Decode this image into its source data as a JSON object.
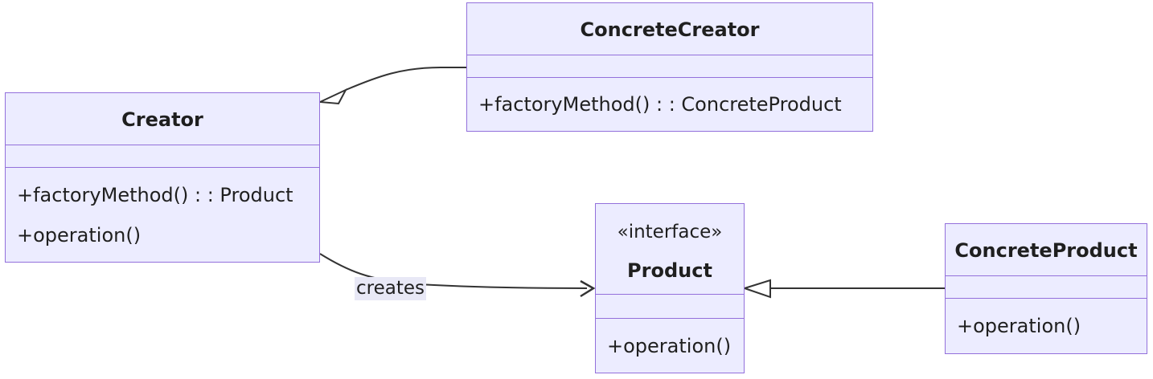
{
  "classes": {
    "concrete_creator": {
      "name": "ConcreteCreator",
      "methods": [
        "+factoryMethod() : : ConcreteProduct"
      ]
    },
    "creator": {
      "name": "Creator",
      "methods": [
        "+factoryMethod() : : Product",
        "+operation()"
      ]
    },
    "product": {
      "stereotype": "«interface»",
      "name": "Product",
      "methods": [
        "+operation()"
      ]
    },
    "concrete_product": {
      "name": "ConcreteProduct",
      "methods": [
        "+operation()"
      ]
    }
  },
  "relations": {
    "creates_label": "creates"
  },
  "colors": {
    "node_fill": "#ececff",
    "node_border": "#9370db",
    "edge": "#333333",
    "label_bg": "#e8e8f6"
  }
}
